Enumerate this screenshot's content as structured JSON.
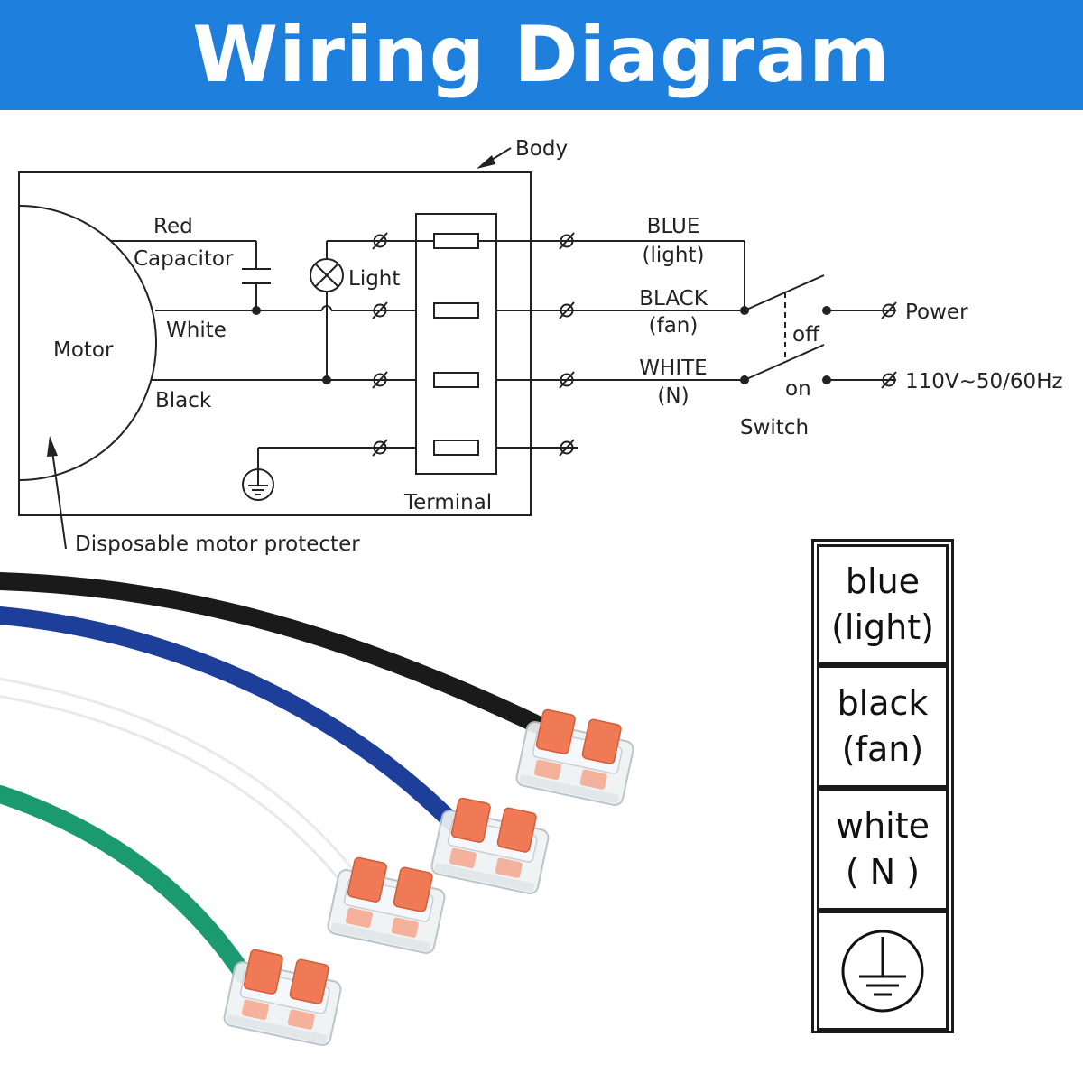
{
  "header": {
    "title": "Wiring Diagram"
  },
  "diagram": {
    "body_label": "Body",
    "motor_label": "Motor",
    "red_label": "Red",
    "capacitor_label": "Capacitor",
    "white_label": "White",
    "black_label": "Black",
    "light_label": "Light",
    "terminal_label": "Terminal",
    "protector_label": "Disposable motor protecter",
    "wire_blue": "BLUE",
    "wire_blue_sub": "(light)",
    "wire_black": "BLACK",
    "wire_black_sub": "(fan)",
    "wire_white": "WHITE",
    "wire_white_sub": "(N)",
    "off_label": "off",
    "on_label": "on",
    "switch_label": "Switch",
    "power_label": "Power",
    "voltage_label": "110V~50/60Hz"
  },
  "legend": {
    "rows": [
      {
        "line1": "blue",
        "line2": "(light)"
      },
      {
        "line1": "black",
        "line2": "(fan)"
      },
      {
        "line1": "white",
        "line2": "( N )"
      }
    ],
    "ground_icon": "ground-icon"
  },
  "colors": {
    "banner": "#1f7fdc",
    "wire_black": "#1a1a1a",
    "wire_blue": "#1d3f9a",
    "wire_white": "#f2f2f2",
    "wire_green": "#1a9a6e",
    "connector_orange": "#f07a55"
  }
}
